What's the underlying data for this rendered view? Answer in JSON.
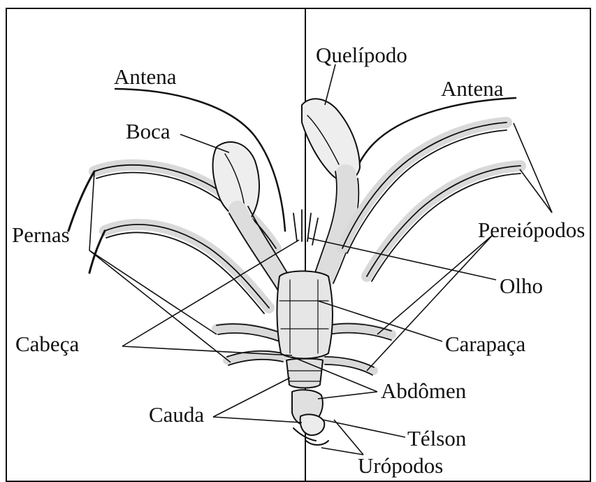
{
  "colors": {
    "ink": "#111111",
    "shading": "#d9d9d9",
    "background": "#ffffff"
  },
  "diagram": {
    "labels": {
      "quelipodo": "Quelípodo",
      "antena_left": "Antena",
      "antena_right": "Antena",
      "boca": "Boca",
      "pernas": "Pernas",
      "pereiopodos": "Pereiópodos",
      "olho": "Olho",
      "cabeca": "Cabeça",
      "carapaca": "Carapaça",
      "abdomen": "Abdômen",
      "cauda": "Cauda",
      "telson": "Télson",
      "uropodos": "Urópodos"
    }
  }
}
